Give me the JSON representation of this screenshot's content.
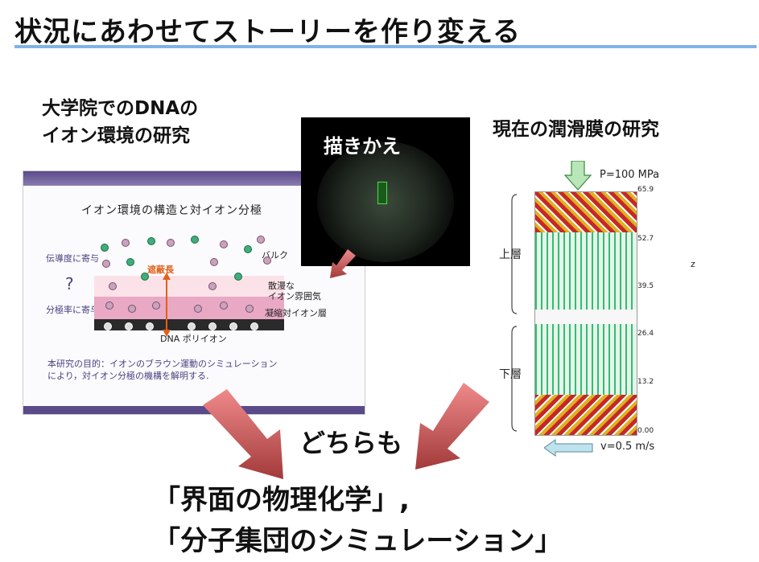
{
  "title": "状況にあわせてストーリーを作り変える",
  "graduate_heading": [
    "大学院でのDNAの",
    "イオン環境の研究"
  ],
  "current_heading": "現在の潤滑膜の研究",
  "slide": {
    "title": "イオン環境の構造と対イオン分極",
    "conduct_label": "伝導度に寄与",
    "polarize_label": "分極率に寄与",
    "bulk_label": "バルク",
    "screen_label": "遮蔽長",
    "diffuse_label": [
      "散漫な",
      "イオン雰囲気"
    ],
    "condensed_label": "凝縮対イオン層",
    "dna_label": "DNA ポリイオン",
    "question": "?",
    "purpose": [
      "本研究の目的：イオンのブラウン運動のシミュレーション",
      "により，対イオン分極の機構を解明する."
    ]
  },
  "dark_box_label": "描きかえ",
  "simulation": {
    "pressure": "P=100 MPa",
    "velocity": "v=0.5 m/s",
    "upper_layer": "上層",
    "lower_layer": "下層",
    "z_label": "z",
    "ticks": [
      "65.9",
      "52.7",
      "39.5",
      "26.4",
      "13.2",
      "0.00"
    ]
  },
  "both_label": "どちらも",
  "conclusion": [
    "「界面の物理化学」,",
    "「分子集団のシミュレーション」"
  ],
  "colors": {
    "rule": "#7fb2e8",
    "arrow": "#e06a6a",
    "screen_arrow": "#e0601a",
    "condensed_band": "#e9a8c4",
    "diffuse_band": "#fbe2e8",
    "hydro_green": "#2fbf6f",
    "solid_red": "#c62828",
    "solid_gold": "#e0b020"
  }
}
